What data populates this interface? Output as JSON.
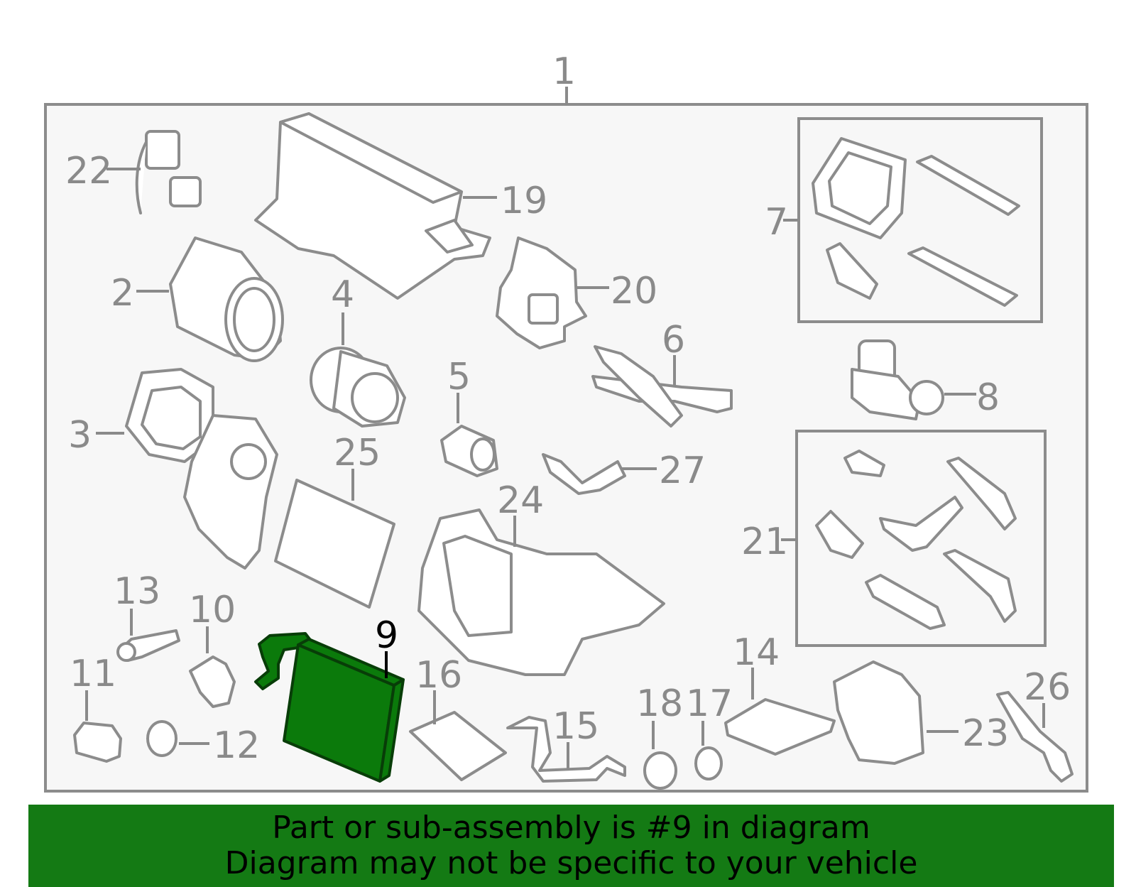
{
  "diagram": {
    "highlighted_part": "9",
    "colors": {
      "highlight_fill": "#0b7a0b",
      "banner_bg": "#147a14",
      "line_gray": "#8a8a8a"
    },
    "parts": {
      "p1": "1",
      "p2": "2",
      "p3": "3",
      "p4": "4",
      "p5": "5",
      "p6": "6",
      "p7": "7",
      "p8": "8",
      "p9": "9",
      "p10": "10",
      "p11": "11",
      "p12": "12",
      "p13": "13",
      "p14": "14",
      "p15": "15",
      "p16": "16",
      "p17": "17",
      "p18": "18",
      "p19": "19",
      "p20": "20",
      "p21": "21",
      "p22": "22",
      "p23": "23",
      "p24": "24",
      "p25": "25",
      "p26": "26",
      "p27": "27"
    }
  },
  "banner": {
    "line1": "Part or sub-assembly is #9 in diagram",
    "line2": "Diagram may not be specific to your vehicle"
  }
}
